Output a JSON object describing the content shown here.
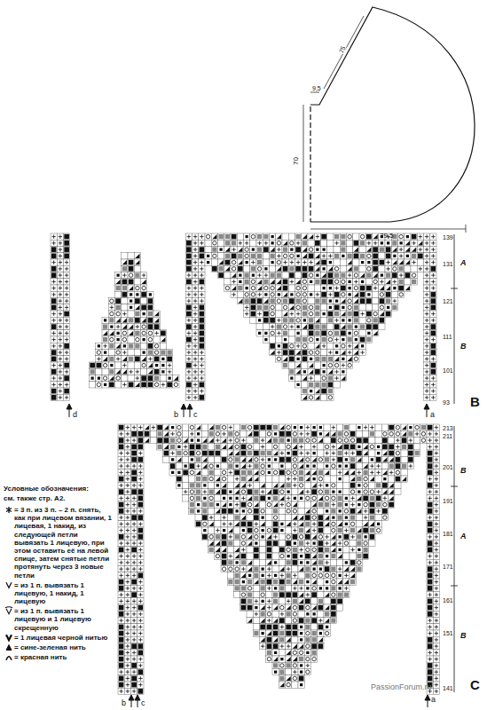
{
  "diagram": {
    "labels": [
      "75",
      "9,5",
      "70",
      "79,5",
      "139",
      "131",
      "121",
      "111",
      "101",
      "93",
      "A",
      "B",
      "B",
      "d",
      "b",
      "c",
      "a",
      "213",
      "211",
      "201",
      "191",
      "181",
      "171",
      "161",
      "151",
      "141",
      "B",
      "A",
      "B",
      "C",
      "b",
      "c",
      "a",
      "Условные обозначения:",
      "см. также стр. А2.",
      "PassionForum.ru"
    ],
    "legend": [
      {
        "text": "= 3 п. из 3 п. – 2 п. снять, как при лицевом вязании, 1 лицевая, 1 накид, из следующей петли вывязать 1 лицевую, при этом оставить её на левой спице, затем снятые петли протянуть через 3 новые петли"
      },
      {
        "text": "= из 1 п. вывязать 1 лицевую, 1 накид, 1 лицевую"
      },
      {
        "text": "= из 1 п. вывязать 1 лицевую и 1 лицевую скрещенную"
      },
      {
        "text": "= 1 лицевая черной нитью"
      },
      {
        "text": "= сине-зеленая нить"
      },
      {
        "text": "= красная нить"
      }
    ]
  }
}
